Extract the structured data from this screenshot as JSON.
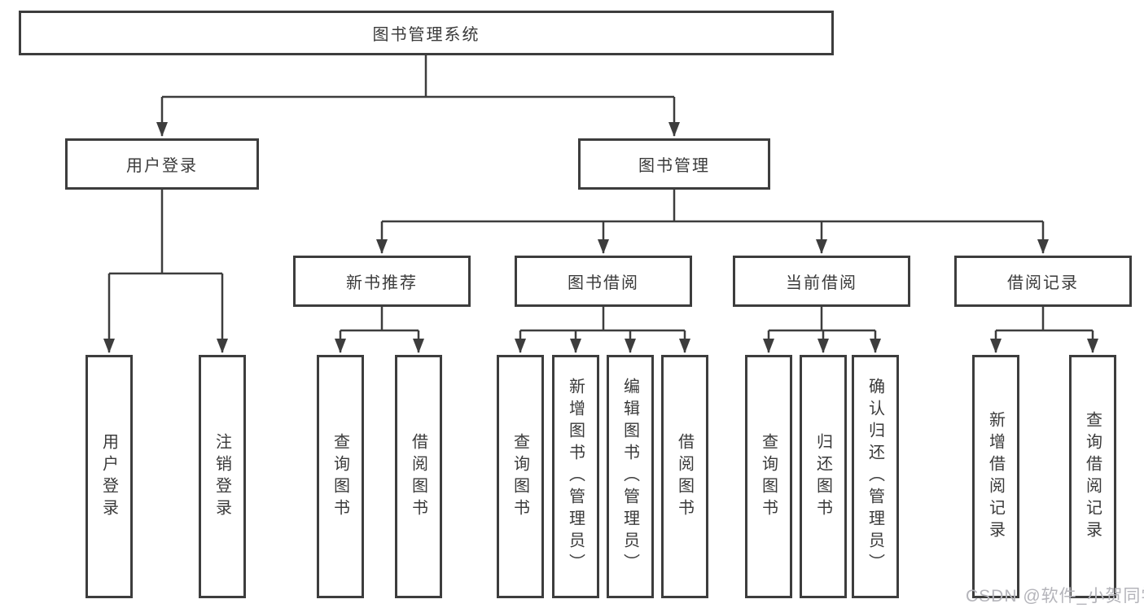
{
  "tree": {
    "label": "图书管理系统",
    "children": [
      {
        "label": "用户登录",
        "children": [
          {
            "label": "用户登录"
          },
          {
            "label": "注销登录"
          }
        ]
      },
      {
        "label": "图书管理",
        "children": [
          {
            "label": "新书推荐",
            "children": [
              {
                "label": "查询图书"
              },
              {
                "label": "借阅图书"
              }
            ]
          },
          {
            "label": "图书借阅",
            "children": [
              {
                "label": "查询图书"
              },
              {
                "label": "新增图书（管理员）"
              },
              {
                "label": "编辑图书（管理员）"
              },
              {
                "label": "借阅图书"
              }
            ]
          },
          {
            "label": "当前借阅",
            "children": [
              {
                "label": "查询图书"
              },
              {
                "label": "归还图书"
              },
              {
                "label": "确认归还（管理员）"
              }
            ]
          },
          {
            "label": "借阅记录",
            "children": [
              {
                "label": "新增借阅记录"
              },
              {
                "label": "查询借阅记录"
              }
            ]
          }
        ]
      }
    ]
  },
  "watermark": {
    "text": "CSDN @软件_小贺同学"
  },
  "colors": {
    "line": "#3d3d3d",
    "text": "#3a3a3a",
    "background": "#ffffff",
    "watermark": "#b4b4ba"
  }
}
